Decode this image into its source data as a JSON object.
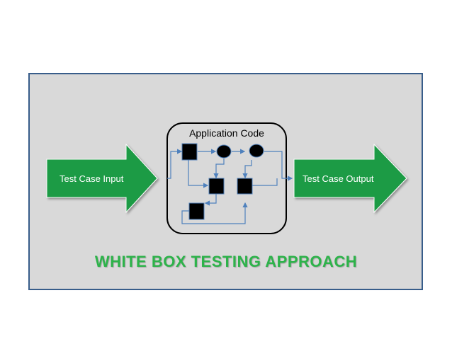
{
  "input_label": "Test Case Input",
  "output_label": "Test Case Output",
  "code_box_title": "Application Code",
  "footer_title": "WHITE BOX TESTING APPROACH",
  "colors": {
    "arrow_green": "#1e9b45",
    "footer_green": "#2db34a",
    "panel_fill": "#d9d9d9",
    "panel_border": "#385d8a",
    "flow_line": "#4f81bd",
    "node_fill": "#000000"
  }
}
